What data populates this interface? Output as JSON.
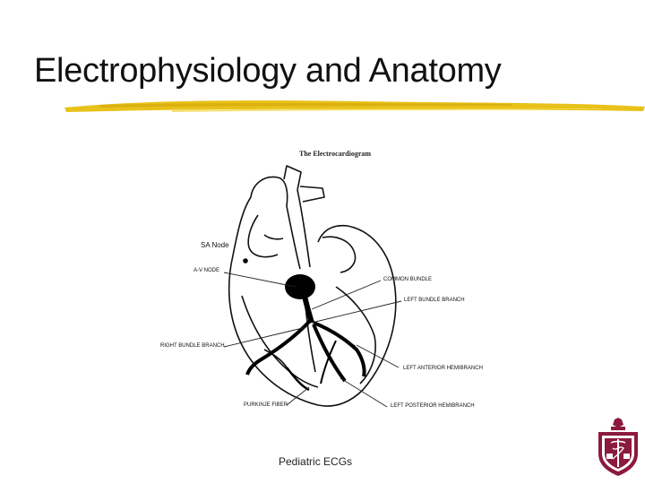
{
  "slide": {
    "title": "Electrophysiology and Anatomy",
    "footer": "Pediatric ECGs"
  },
  "figure": {
    "caption": "The Electrocardiogram",
    "labels": {
      "sa_node": "SA Node",
      "av_node": "A-V NODE",
      "common_bundle": "COMMON BUNDLE",
      "left_bundle_branch": "LEFT BUNDLE BRANCH",
      "right_bundle_branch": "RIGHT BUNDLE BRANCH",
      "left_anterior_hemibranch": "LEFT ANTERIOR HEMIBRANCH",
      "purkinje_fiber": "PURKINJE FIBER",
      "left_posterior_hemibranch": "LEFT POSTERIOR HEMIBRANCH"
    }
  },
  "colors": {
    "accent_underline": "#e8c21a",
    "crest": "#8b1a3c"
  },
  "icons": {
    "crest": "university-crest-icon"
  }
}
